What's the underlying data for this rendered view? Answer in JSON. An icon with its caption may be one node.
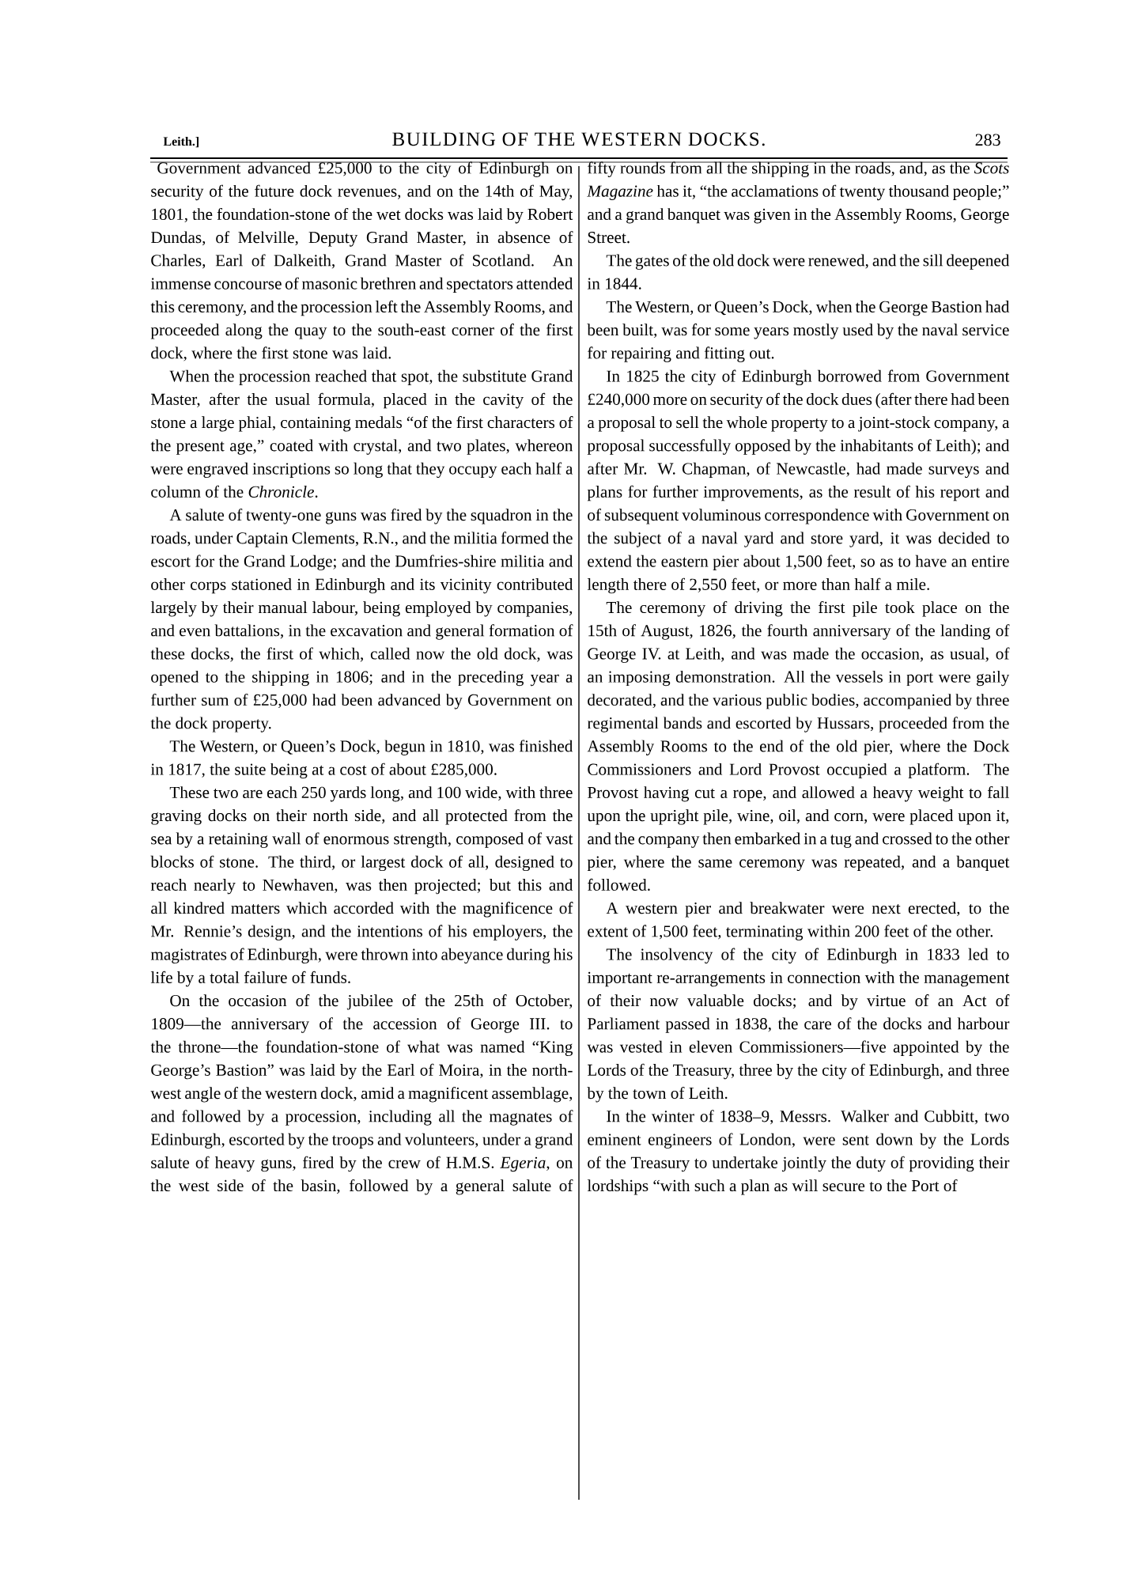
{
  "diagram": {
    "title": "BUILDING OF THE WESTERN DOCKS.",
    "labels": [
      "Leith.]",
      "283",
      "Government advanced £25,000 to the city of Edinburgh on security of the future dock revenues, and on the 14th of May, 1801, the foundation-stone of the wet docks was laid by Robert Dundas, of Melville, Deputy Grand Master, in absence of Charles, Earl of Dalkeith, Grand Master of Scotland. An immense concourse of masonic brethren and spectators attended this ceremony, and the procession left the Assembly Rooms, and proceeded along the quay to the south-east corner of the first dock, where the first stone was laid.",
      "When the procession reached that spot, the substitute Grand Master, after the usual formula, placed in the cavity of the stone a large phial, containing medals “of the first characters of the present age,” coated with crystal, and two plates, whereon were engraved inscriptions so long that they occupy each half a column of the *Chronicle*.",
      "A salute of twenty-one guns was fired by the squadron in the roads, under Captain Clements, R.N., and the militia formed the escort for the Grand Lodge; and the Dumfries-shire militia and other corps stationed in Edinburgh and its vicinity contributed largely by their manual labour, being employed by companies, and even battalions, in the excavation and general formation of these docks, the first of which, called now the old dock, was opened to the shipping in 1806; and in the preceding year a further sum of £25,000 had been advanced by Government on the dock property.",
      "The Western, or Queen’s Dock, begun in 1810, was finished in 1817, the suite being at a cost of about £285,000.",
      "These two are each 250 yards long, and 100 wide, with three graving docks on their north side, and all protected from the sea by a retaining wall of enormous strength, composed of vast blocks of stone. The third, or largest dock of all, designed to reach nearly to Newhaven, was then projected; but this and all kindred matters which accorded with the magnificence of Mr. Rennie’s design, and the intentions of his employers, the magistrates of Edinburgh, were thrown into abeyance during his life by a total failure of funds.",
      "On the occasion of the jubilee of the 25th of October, 1809—the anniversary of the accession of George III. to the throne—the foundation-stone of what was named “King George’s Bastion” was laid by the Earl of Moira, in the north-west angle of the western dock, amid a magnificent assemblage, and followed by a procession, including all the magnates of Edinburgh, escorted by the troops and volunteers, under a grand salute of heavy guns, fired by the crew of H.M.S. *Egeria*, on the west side of the basin, followed by a general salute of",
      "fifty rounds from all the shipping in the roads, and, as the *Scots Magazine* has it, “the acclamations of twenty thousand people;” and a grand banquet was given in the Assembly Rooms, George Street.",
      "The gates of the old dock were renewed, and the sill deepened in 1844.",
      "The Western, or Queen’s Dock, when the George Bastion had been built, was for some years mostly used by the naval service for repairing and fitting out.",
      "In 1825 the city of Edinburgh borrowed from Government £240,000 more on security of the dock dues (after there had been a proposal to sell the whole property to a joint-stock company, a proposal successfully opposed by the inhabitants of Leith); and after Mr. W. Chapman, of Newcastle, had made surveys and plans for further improvements, as the result of his report and of subsequent voluminous correspondence with Government on the subject of a naval yard and store yard, it was decided to extend the eastern pier about 1,500 feet, so as to have an entire length there of 2,550 feet, or more than half a mile.",
      "The ceremony of driving the first pile took place on the 15th of August, 1826, the fourth anniversary of the landing of George IV. at Leith, and was made the occasion, as usual, of an imposing demonstration. All the vessels in port were gaily decorated, and the various public bodies, accompanied by three regimental bands and escorted by Hussars, proceeded from the Assembly Rooms to the end of the old pier, where the Dock Commissioners and Lord Provost occupied a platform. The Provost having cut a rope, and allowed a heavy weight to fall upon the upright pile, wine, oil, and corn, were placed upon it, and the company then embarked in a tug and crossed to the other pier, where the same ceremony was repeated, and a banquet followed.",
      "A western pier and breakwater were next erected, to the extent of 1,500 feet, terminating within 200 feet of the other.",
      "The insolvency of the city of Edinburgh in 1833 led to important re-arrangements in connection with the management of their now valuable docks; and by virtue of an Act of Parliament passed in 1838, the care of the docks and harbour was vested in eleven Commissioners—five appointed by the Lords of the Treasury, three by the city of Edinburgh, and three by the town of Leith.",
      "In the winter of 1838–9, Messrs. Walker and Cubbitt, two eminent engineers of London, were sent down by the Lords of the Treasury to undertake jointly the duty of providing their lordships “with such a plan as will secure to the Port of"
    ]
  }
}
